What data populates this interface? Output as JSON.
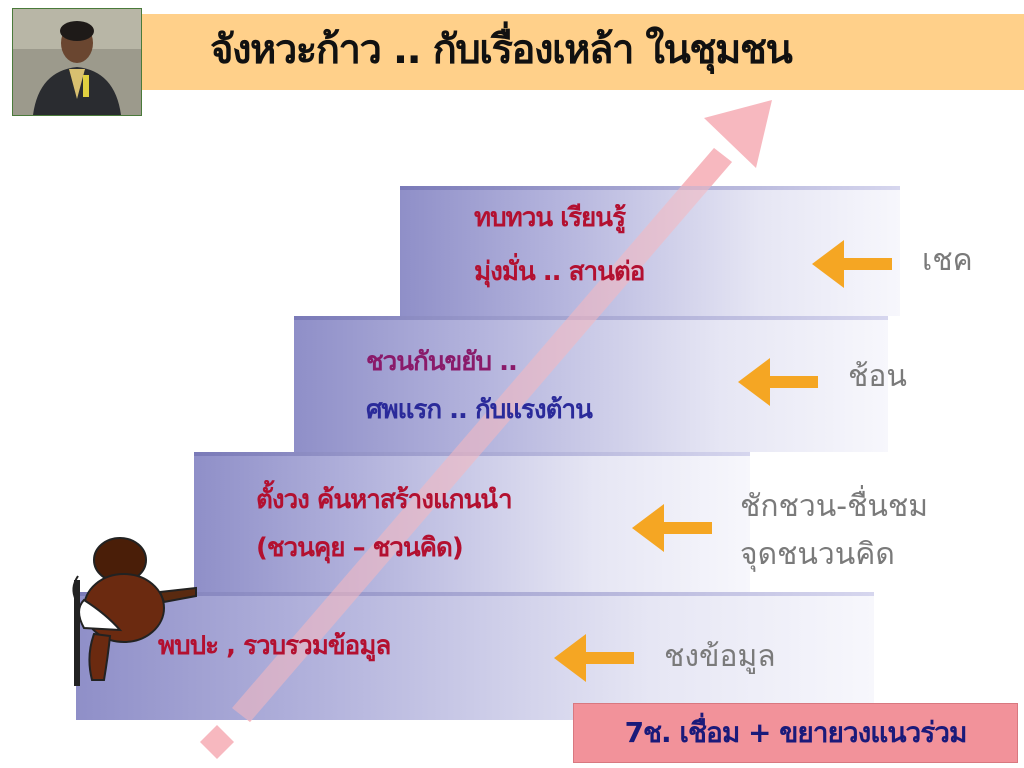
{
  "title": "จังหวะก้าว .. กับเรื่องเหล้า ในชุมชน",
  "steps": [
    {
      "line1": "ทบทวน เรียนรู้",
      "line2": "มุ่งมั่น .. สานต่อ",
      "label": "เชค"
    },
    {
      "line1": "ชวนกันขยับ ..",
      "line2": "ศพแรก .. กับแรงต้าน",
      "label": "ช้อน"
    },
    {
      "line1": "ตั้งวง ค้นหาสร้างแกนนำ",
      "line2": "(ชวนคุย – ชวนคิด)",
      "label_line1": "ชักชวน-ชื่นชม",
      "label_line2": "จุดชนวนคิด"
    },
    {
      "line1": "พบปะ , รวบรวมข้อมูล",
      "label": "ชงข้อมูล"
    }
  ],
  "badge": "7ช. เชื่อม + ขยายวงแนวร่วม",
  "colors": {
    "title_band": "#ffd08a",
    "arrow": "#f5a623",
    "badge": "#f2929a",
    "big_arrow": "#f7b8bf"
  },
  "icons": [
    "left-arrow-icon",
    "presenter-photo",
    "climbing-figure"
  ]
}
